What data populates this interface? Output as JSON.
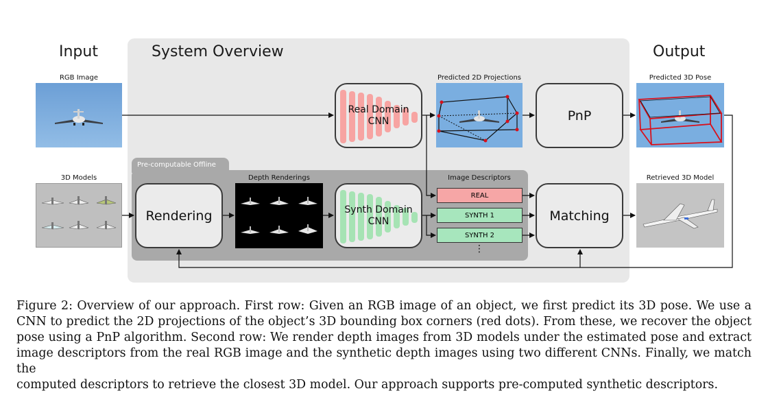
{
  "figure": {
    "input_heading": "Input",
    "system_heading": "System Overview",
    "output_heading": "Output",
    "rgb_image_label": "RGB Image",
    "models_label": "3D Models",
    "offline_label": "Pre-computable Offline",
    "depth_label": "Depth Renderings",
    "proj_label": "Predicted 2D Projections",
    "descriptors_label": "Image Descriptors",
    "pose_label": "Predicted 3D Pose",
    "retrieved_label": "Retrieved 3D Model",
    "real_cnn_l1": "Real Domain",
    "real_cnn_l2": "CNN",
    "synth_cnn_l1": "Synth Domain",
    "synth_cnn_l2": "CNN",
    "pnp_label": "PnP",
    "rendering_label": "Rendering",
    "matching_label": "Matching",
    "desc_real": "REAL",
    "desc_synth1": "SYNTH 1",
    "desc_synth2": "SYNTH 2",
    "ellipsis": "⋮",
    "colors": {
      "real_cnn": "#f7a4a2",
      "synth_cnn": "#a6e3b4",
      "real_desc": "#f6a6a6",
      "synth_desc": "#a7e6bd",
      "bbox_red": "#d8111c",
      "sky": "#7aaee0"
    }
  },
  "caption": {
    "lines": [
      "Figure 2: Overview of our approach. First row: Given an RGB image of an object, we first predict its 3D pose. We use a",
      "CNN to predict the 2D projections of the object’s 3D bounding box corners (red dots). From these, we recover the object",
      "pose using a PnP algorithm. Second row: We render depth images from 3D models under the estimated pose and extract",
      "image descriptors from the real RGB image and the synthetic depth images using two different CNNs. Finally, we match the",
      "computed descriptors to retrieve the closest 3D model. Our approach supports pre-computed synthetic descriptors."
    ]
  }
}
